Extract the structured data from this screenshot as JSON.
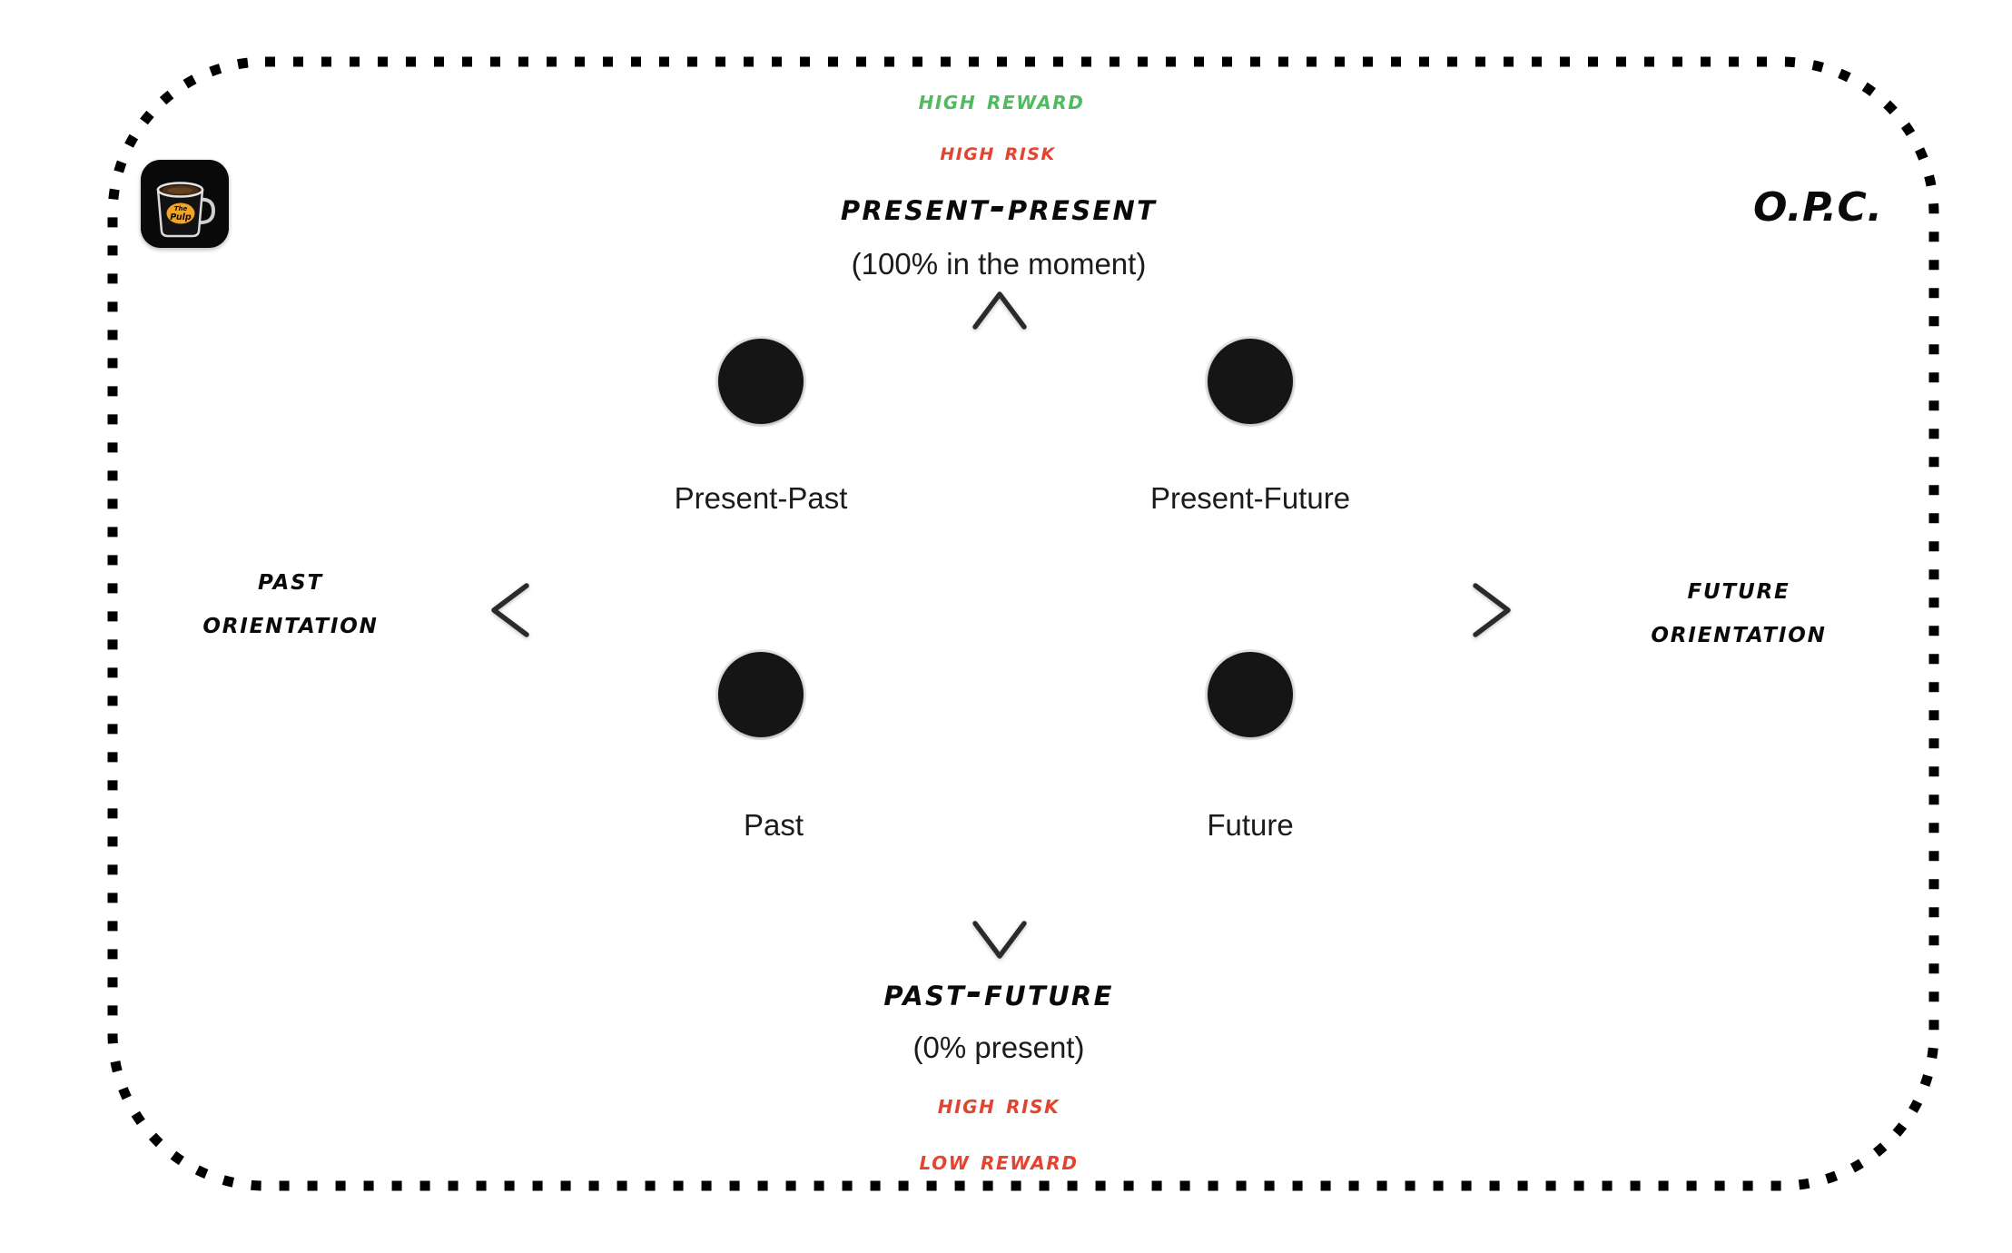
{
  "diagram": {
    "brand": {
      "logo_icon": "coffee-mug-icon",
      "logo_text_line1": "The",
      "logo_text_line2": "Pulp",
      "corner_mark": "O.P.C."
    },
    "colors": {
      "reward_green": "#4dbb5e",
      "risk_red": "#e4432f",
      "ink_black": "#0a0a0a",
      "node_fill": "#151515",
      "axis_gray": "#6e6e6e",
      "frame_black": "#000000",
      "logo_accent_orange": "#f0a42a"
    },
    "top": {
      "reward": "High Reward",
      "risk": "High risk",
      "title": "Present-Present",
      "subtitle": "(100% in the moment)"
    },
    "bottom": {
      "title": "Past-Future",
      "subtitle": "(0% present)",
      "risk": "High Risk",
      "reward": "Low Reward"
    },
    "left_axis": {
      "line1": "Past",
      "line2": "orientation"
    },
    "right_axis": {
      "line1": "Future",
      "line2": "orientation"
    },
    "nodes": [
      {
        "id": "present-past",
        "label": "Present-Past",
        "quadrant": "top-left"
      },
      {
        "id": "present-future",
        "label": "Present-Future",
        "quadrant": "top-right"
      },
      {
        "id": "past",
        "label": "Past",
        "quadrant": "bottom-left"
      },
      {
        "id": "future",
        "label": "Future",
        "quadrant": "bottom-right"
      }
    ]
  }
}
